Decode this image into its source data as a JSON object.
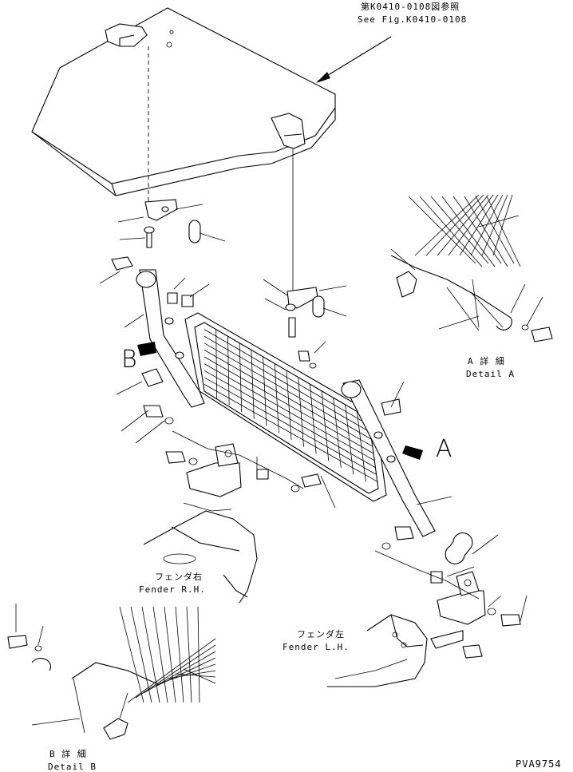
{
  "references": {
    "see_fig_jp": "第K0410-0108図参照",
    "see_fig_en": "See Fig.K0410-0108"
  },
  "views": {
    "marker_a": "A",
    "marker_b": "B",
    "detail_a_jp": "A 詳 細",
    "detail_a_en": "Detail A",
    "detail_b_jp": "B 詳 細",
    "detail_b_en": "Detail B"
  },
  "fenders": {
    "rh_jp": "フェンダ右",
    "rh_en": "Fender R.H.",
    "lh_jp": "フェンダ左",
    "lh_en": "Fender L.H."
  },
  "drawing_id": "PVA9754"
}
